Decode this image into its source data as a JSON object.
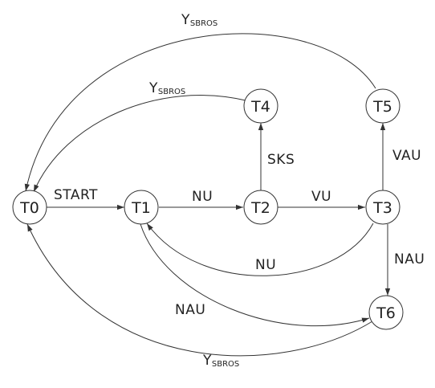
{
  "diagram": {
    "stroke_color": "#333333",
    "nodes": {
      "t0": "T0",
      "t1": "T1",
      "t2": "T2",
      "t3": "T3",
      "t4": "T4",
      "t5": "T5",
      "t6": "T6"
    },
    "edges": {
      "t0_t1": {
        "label": "START"
      },
      "t1_t2": {
        "label": "NU"
      },
      "t2_t3": {
        "label": "VU"
      },
      "t2_t4": {
        "label": "SKS"
      },
      "t3_t5": {
        "label": "VAU"
      },
      "t3_t6": {
        "label": "NAU"
      },
      "t3_t1": {
        "label": "NU"
      },
      "t1_t6": {
        "label": "NAU"
      },
      "t5_t0": {
        "label_main": "Y",
        "label_sub": "SBROS"
      },
      "t4_t0": {
        "label_main": "Y",
        "label_sub": "SBROS"
      },
      "t6_t0": {
        "label_main": "Y",
        "label_sub": "SBROS"
      }
    }
  }
}
